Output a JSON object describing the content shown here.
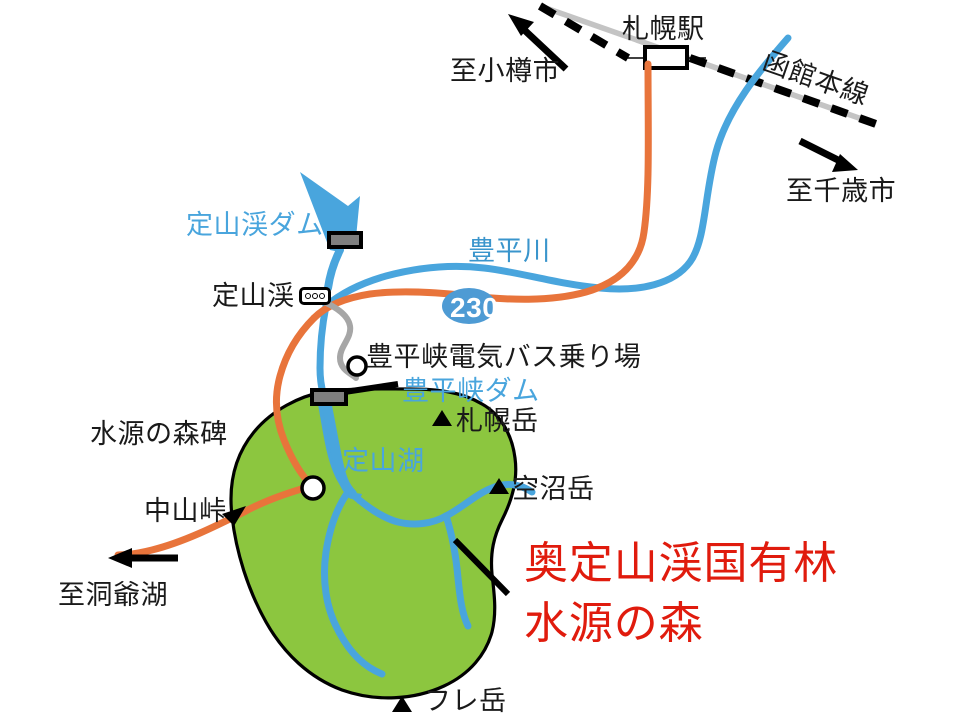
{
  "map": {
    "title_red_line1": "奥定山渓国有林",
    "title_red_line2": "水源の森",
    "background_color": "#ffffff",
    "forest_color": "#8cc63f",
    "river_color": "#49a5dd",
    "road_color": "#e8743b",
    "bus_road_color": "#a6a6a6",
    "rail_color": "#000000",
    "label_red": "#e01b0d"
  },
  "labels": {
    "sapporo_station": "札幌駅",
    "to_otaru": "至小樽市",
    "to_chitose": "至千歳市",
    "hakodate_main_line": "函館本線",
    "jozankei_dam": "定山渓ダム",
    "toyohira_river": "豊平川",
    "jozankei": "定山渓",
    "route_number": "230",
    "toyohirakyo_bus_stop": "豊平峡電気バス乗り場",
    "toyohirakyo_dam": "豊平峡ダム",
    "sapporo_dake": "札幌岳",
    "suigen_no_mori_hi": "水源の森碑",
    "jozan_lake": "定山湖",
    "soranuma_dake": "空沼岳",
    "nakayama_pass": "中山峠",
    "to_toyako": "至洞爺湖",
    "hure_dake": "フレ岳"
  },
  "icons": {
    "station": "station-box-icon",
    "onsen": "onsen-three-dots-icon",
    "dam_jozankei": "dam-bar-icon",
    "dam_toyohirakyo": "dam-bar-icon",
    "bus_stop": "bus-stop-circle-icon",
    "monument": "monument-circle-icon",
    "peak_sapporo": "mountain-triangle-icon",
    "peak_soranuma": "mountain-triangle-icon",
    "peak_hure": "mountain-triangle-icon",
    "arrow_otaru": "arrow-northwest-icon",
    "arrow_chitose": "arrow-southeast-icon",
    "arrow_toyako": "arrow-west-icon",
    "arrow_nakayama": "arrow-northeast-icon",
    "leader_forest": "leader-line-icon"
  }
}
